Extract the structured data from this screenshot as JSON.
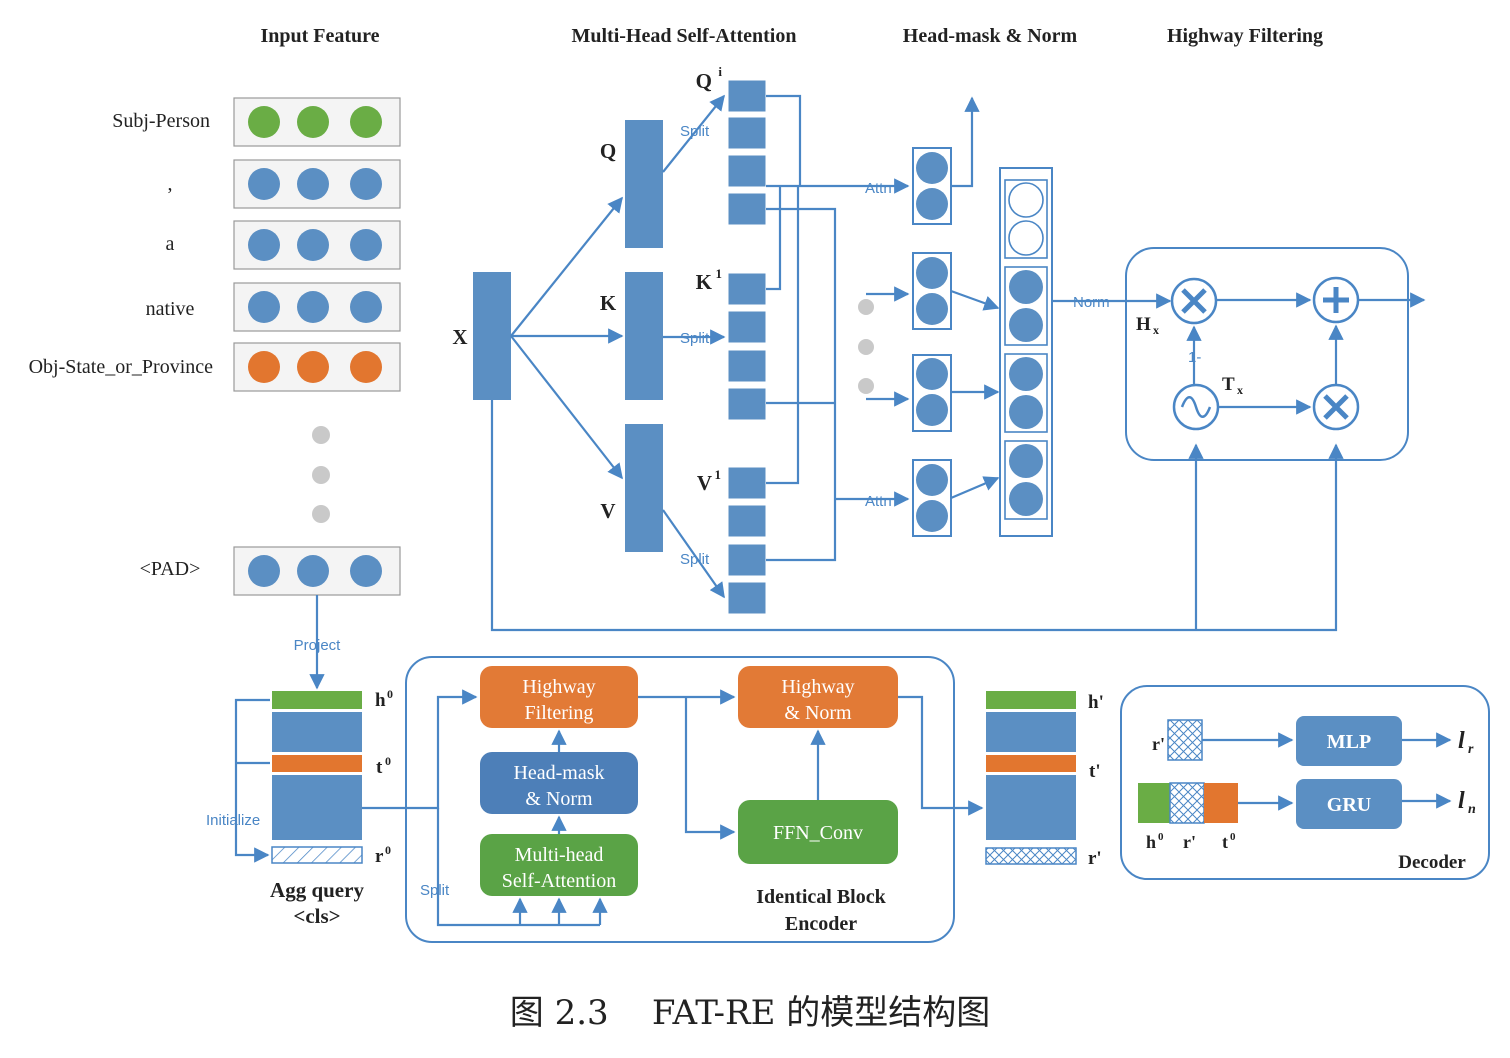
{
  "headers": {
    "input_feature": "Input Feature",
    "mhsa": "Multi-Head Self-Attention",
    "headmask": "Head-mask & Norm",
    "highway": "Highway Filtering"
  },
  "tokens": [
    "Subj-Person",
    ",",
    "a",
    "native",
    "Obj-State_or_Province",
    "<PAD>"
  ],
  "labels": {
    "x": "X",
    "q": "Q",
    "k": "K",
    "v": "V",
    "qi": "Q",
    "qi_sup": "i",
    "k1": "K",
    "k1_sup": "1",
    "v1": "V",
    "v1_sup": "1",
    "split": "Split",
    "attn": "Attn",
    "norm": "Norm",
    "hx": "H",
    "hx_sub": "x",
    "tx": "T",
    "tx_sub": "x",
    "one_minus": "1-",
    "project": "Project",
    "initialize": "Initialize",
    "h0": "h",
    "h0_sup": "0",
    "t0": "t",
    "t0_sup": "0",
    "r0": "r",
    "r0_sup": "0",
    "agg_query_1": "Agg query",
    "agg_query_2": "<cls>",
    "hp": "h'",
    "tp": "t'",
    "rp": "r'",
    "encoder_1": "Identical Block",
    "encoder_2": "Encoder",
    "decoder": "Decoder",
    "dec_r": "r'",
    "dec_h0": "h",
    "dec_h0_sup": "0",
    "dec_r2": "r'",
    "dec_t0": "t",
    "dec_t0_sup": "0",
    "lr": "l",
    "lr_sub": "r",
    "ln": "l",
    "ln_sub": "n"
  },
  "blocks": {
    "highway_filtering_1": "Highway",
    "highway_filtering_2": "Filtering",
    "headmask_norm_1": "Head-mask",
    "headmask_norm_2": "& Norm",
    "mhsa_1": "Multi-head",
    "mhsa_2": "Self-Attention",
    "highway_norm_1": "Highway",
    "highway_norm_2": "& Norm",
    "ffn_conv": "FFN_Conv",
    "mlp": "MLP",
    "gru": "GRU"
  },
  "caption": "图 2.3    FAT-RE 的模型结构图",
  "colors": {
    "blue": "#5b8fc3",
    "dark_blue": "#3f74ad",
    "green": "#6aad45",
    "orange": "#e2762f",
    "line": "#4a86c5",
    "green_box": "#5aa346",
    "orange_box": "#e27a36",
    "blue_box": "#4d7fb8"
  }
}
